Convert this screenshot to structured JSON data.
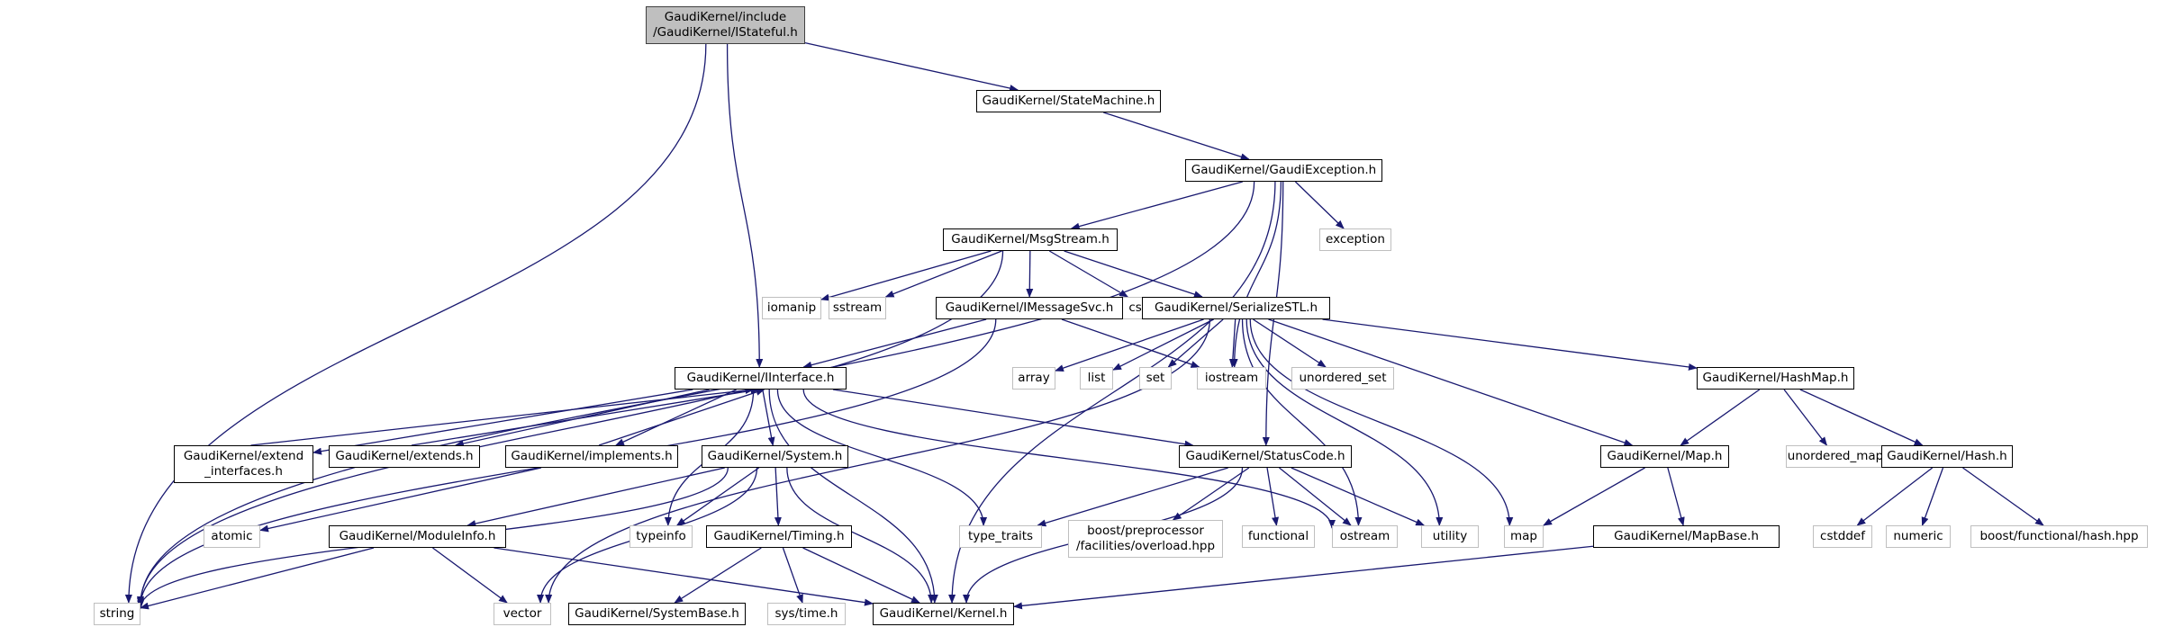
{
  "diagram": {
    "type": "include-dependency-graph",
    "edge_color": "#191970",
    "root_fill": "#bfbfbf",
    "system_border": "#bfbfbf",
    "nodes": [
      {
        "id": "istateful",
        "label": "GaudiKernel/include\n/GaudiKernel/IStateful.h",
        "kind": "root"
      },
      {
        "id": "statemachine",
        "label": "GaudiKernel/StateMachine.h",
        "kind": "local"
      },
      {
        "id": "gaudiexception",
        "label": "GaudiKernel/GaudiException.h",
        "kind": "local"
      },
      {
        "id": "exception",
        "label": "exception",
        "kind": "system"
      },
      {
        "id": "msgstream",
        "label": "GaudiKernel/MsgStream.h",
        "kind": "local"
      },
      {
        "id": "iomanip",
        "label": "iomanip",
        "kind": "system"
      },
      {
        "id": "sstream",
        "label": "sstream",
        "kind": "system"
      },
      {
        "id": "cstdio",
        "label": "cstdio",
        "kind": "system"
      },
      {
        "id": "imessagesvc",
        "label": "GaudiKernel/IMessageSvc.h",
        "kind": "local"
      },
      {
        "id": "serializestl",
        "label": "GaudiKernel/SerializeSTL.h",
        "kind": "local"
      },
      {
        "id": "iinterface",
        "label": "GaudiKernel/IInterface.h",
        "kind": "local"
      },
      {
        "id": "array",
        "label": "array",
        "kind": "system"
      },
      {
        "id": "list",
        "label": "list",
        "kind": "system"
      },
      {
        "id": "set",
        "label": "set",
        "kind": "system"
      },
      {
        "id": "iostream",
        "label": "iostream",
        "kind": "system"
      },
      {
        "id": "unordered_set",
        "label": "unordered_set",
        "kind": "system"
      },
      {
        "id": "hashmap",
        "label": "GaudiKernel/HashMap.h",
        "kind": "local"
      },
      {
        "id": "extend_interfaces",
        "label": "GaudiKernel/extend\n_interfaces.h",
        "kind": "local"
      },
      {
        "id": "extends",
        "label": "GaudiKernel/extends.h",
        "kind": "local"
      },
      {
        "id": "implements",
        "label": "GaudiKernel/implements.h",
        "kind": "local"
      },
      {
        "id": "system",
        "label": "GaudiKernel/System.h",
        "kind": "local"
      },
      {
        "id": "statuscode",
        "label": "GaudiKernel/StatusCode.h",
        "kind": "local"
      },
      {
        "id": "map_h",
        "label": "GaudiKernel/Map.h",
        "kind": "local"
      },
      {
        "id": "unordered_map",
        "label": "unordered_map",
        "kind": "system"
      },
      {
        "id": "hash_h",
        "label": "GaudiKernel/Hash.h",
        "kind": "local"
      },
      {
        "id": "atomic",
        "label": "atomic",
        "kind": "system"
      },
      {
        "id": "moduleinfo",
        "label": "GaudiKernel/ModuleInfo.h",
        "kind": "local"
      },
      {
        "id": "typeinfo",
        "label": "typeinfo",
        "kind": "system"
      },
      {
        "id": "timing",
        "label": "GaudiKernel/Timing.h",
        "kind": "local"
      },
      {
        "id": "type_traits",
        "label": "type_traits",
        "kind": "system"
      },
      {
        "id": "boost_overload",
        "label": "boost/preprocessor\n/facilities/overload.hpp",
        "kind": "system"
      },
      {
        "id": "functional",
        "label": "functional",
        "kind": "system"
      },
      {
        "id": "ostream",
        "label": "ostream",
        "kind": "system"
      },
      {
        "id": "utility",
        "label": "utility",
        "kind": "system"
      },
      {
        "id": "map",
        "label": "map",
        "kind": "system"
      },
      {
        "id": "mapbase",
        "label": "GaudiKernel/MapBase.h",
        "kind": "local"
      },
      {
        "id": "cstddef",
        "label": "cstddef",
        "kind": "system"
      },
      {
        "id": "numeric",
        "label": "numeric",
        "kind": "system"
      },
      {
        "id": "boost_hash",
        "label": "boost/functional/hash.hpp",
        "kind": "system"
      },
      {
        "id": "string",
        "label": "string",
        "kind": "system"
      },
      {
        "id": "vector",
        "label": "vector",
        "kind": "system"
      },
      {
        "id": "systembase",
        "label": "GaudiKernel/SystemBase.h",
        "kind": "local"
      },
      {
        "id": "systime",
        "label": "sys/time.h",
        "kind": "system"
      },
      {
        "id": "kernel",
        "label": "GaudiKernel/Kernel.h",
        "kind": "local"
      }
    ],
    "edges": [
      [
        "istateful",
        "string"
      ],
      [
        "istateful",
        "iinterface"
      ],
      [
        "istateful",
        "statemachine"
      ],
      [
        "statemachine",
        "gaudiexception"
      ],
      [
        "gaudiexception",
        "string"
      ],
      [
        "gaudiexception",
        "exception"
      ],
      [
        "gaudiexception",
        "msgstream"
      ],
      [
        "gaudiexception",
        "iostream"
      ],
      [
        "gaudiexception",
        "statuscode"
      ],
      [
        "gaudiexception",
        "kernel"
      ],
      [
        "msgstream",
        "string"
      ],
      [
        "msgstream",
        "iomanip"
      ],
      [
        "msgstream",
        "sstream"
      ],
      [
        "msgstream",
        "imessagesvc"
      ],
      [
        "msgstream",
        "serializestl"
      ],
      [
        "msgstream",
        "cstdio"
      ],
      [
        "imessagesvc",
        "string"
      ],
      [
        "imessagesvc",
        "iinterface"
      ],
      [
        "imessagesvc",
        "iostream"
      ],
      [
        "serializestl",
        "array"
      ],
      [
        "serializestl",
        "list"
      ],
      [
        "serializestl",
        "set"
      ],
      [
        "serializestl",
        "iostream"
      ],
      [
        "serializestl",
        "unordered_set"
      ],
      [
        "serializestl",
        "hashmap"
      ],
      [
        "serializestl",
        "map_h"
      ],
      [
        "serializestl",
        "map"
      ],
      [
        "serializestl",
        "utility"
      ],
      [
        "serializestl",
        "ostream"
      ],
      [
        "serializestl",
        "vector"
      ],
      [
        "iinterface",
        "extend_interfaces"
      ],
      [
        "iinterface",
        "extends"
      ],
      [
        "iinterface",
        "implements"
      ],
      [
        "iinterface",
        "system"
      ],
      [
        "iinterface",
        "statuscode"
      ],
      [
        "iinterface",
        "typeinfo"
      ],
      [
        "iinterface",
        "type_traits"
      ],
      [
        "iinterface",
        "ostream"
      ],
      [
        "iinterface",
        "kernel"
      ],
      [
        "extend_interfaces",
        "iinterface"
      ],
      [
        "extends",
        "iinterface"
      ],
      [
        "implements",
        "iinterface"
      ],
      [
        "implements",
        "atomic"
      ],
      [
        "system",
        "string"
      ],
      [
        "system",
        "moduleinfo"
      ],
      [
        "system",
        "vector"
      ],
      [
        "system",
        "typeinfo"
      ],
      [
        "system",
        "timing"
      ],
      [
        "system",
        "kernel"
      ],
      [
        "moduleinfo",
        "string"
      ],
      [
        "moduleinfo",
        "vector"
      ],
      [
        "moduleinfo",
        "kernel"
      ],
      [
        "timing",
        "systembase"
      ],
      [
        "timing",
        "systime"
      ],
      [
        "timing",
        "kernel"
      ],
      [
        "statuscode",
        "type_traits"
      ],
      [
        "statuscode",
        "boost_overload"
      ],
      [
        "statuscode",
        "functional"
      ],
      [
        "statuscode",
        "ostream"
      ],
      [
        "statuscode",
        "utility"
      ],
      [
        "statuscode",
        "kernel"
      ],
      [
        "hashmap",
        "map_h"
      ],
      [
        "hashmap",
        "unordered_map"
      ],
      [
        "hashmap",
        "hash_h"
      ],
      [
        "map_h",
        "map"
      ],
      [
        "map_h",
        "mapbase"
      ],
      [
        "mapbase",
        "kernel"
      ],
      [
        "hash_h",
        "cstddef"
      ],
      [
        "hash_h",
        "numeric"
      ],
      [
        "hash_h",
        "boost_hash"
      ]
    ]
  }
}
